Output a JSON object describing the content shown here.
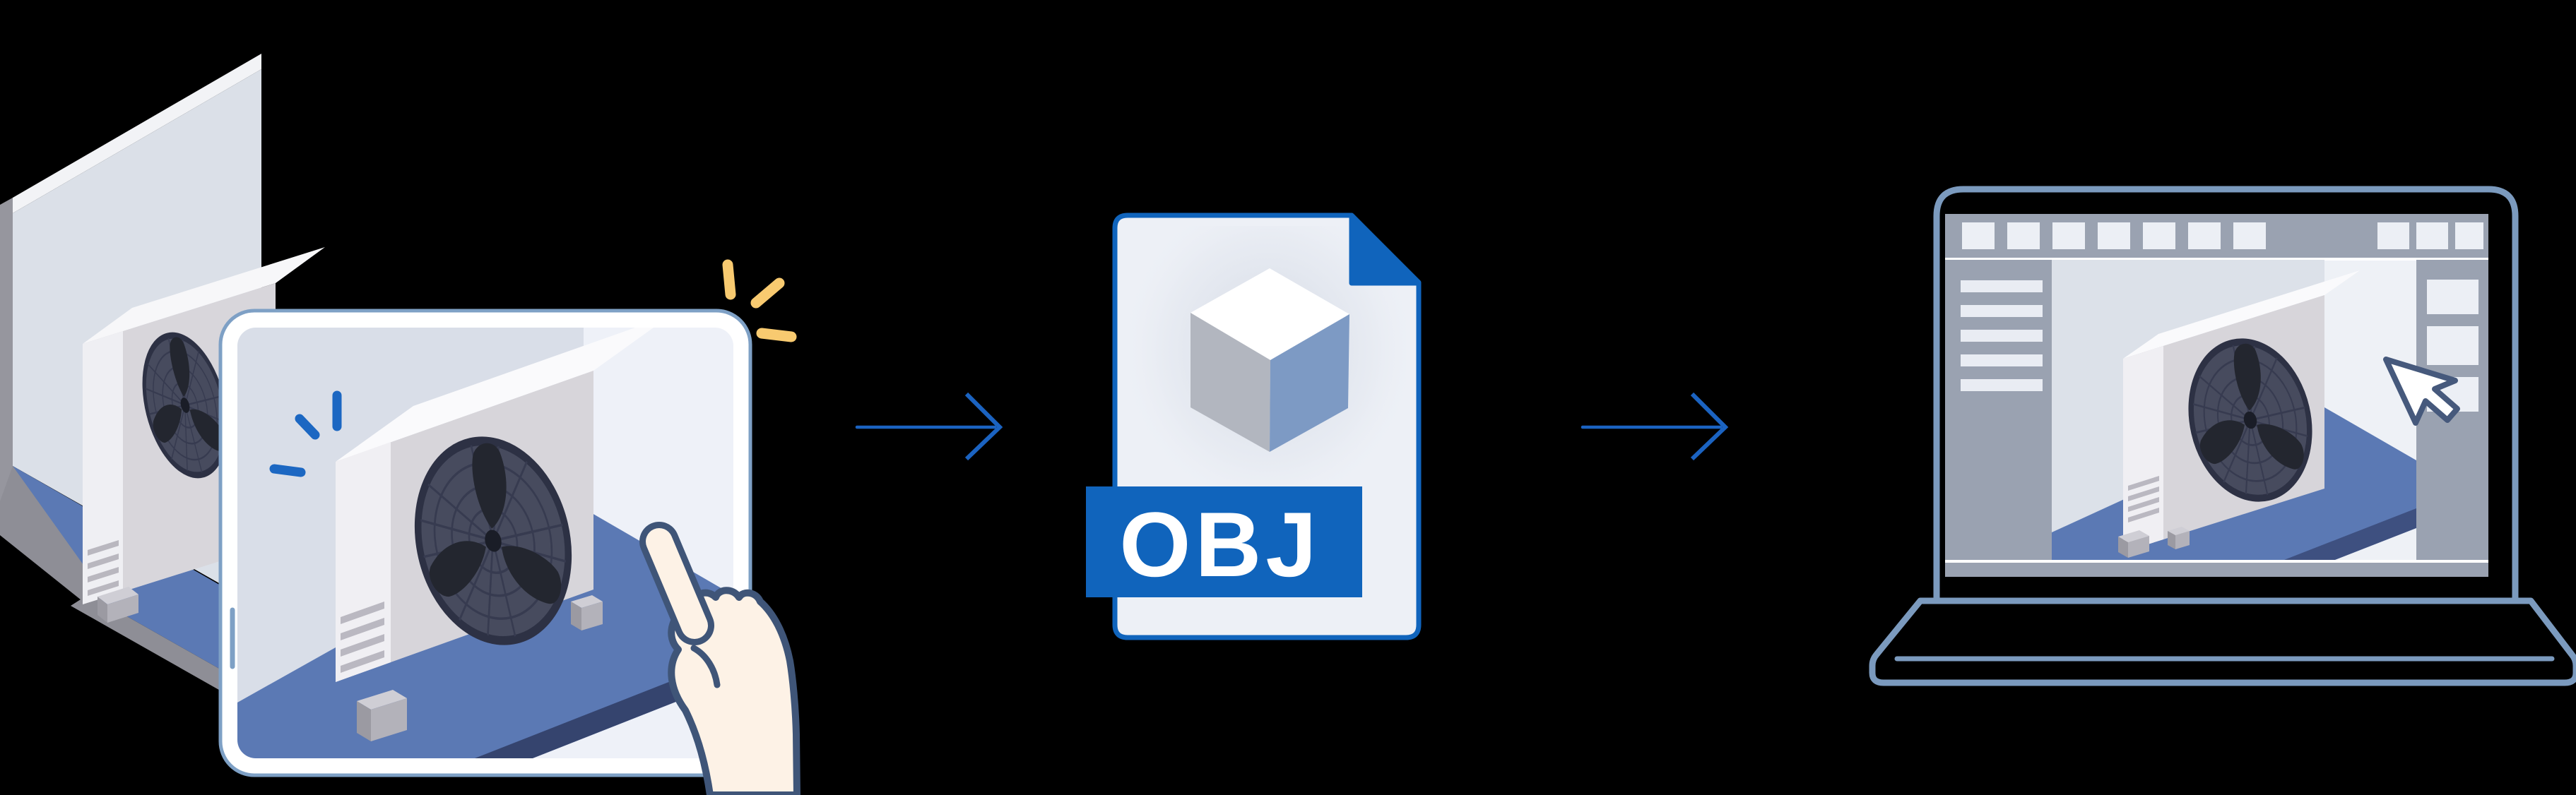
{
  "page": {
    "background_color": "#000000"
  },
  "flow_diagram": {
    "obj_badge_label": "OBJ",
    "steps": [
      {
        "name": "capture-ac-unit-with-tablet",
        "icons": [
          "tablet-device-icon",
          "ac-outdoor-unit-icon",
          "pointing-hand-icon",
          "tap-sparkle-icons"
        ]
      },
      {
        "name": "obj-3d-file",
        "icons": [
          "file-document-icon",
          "cube-3d-icon"
        ],
        "label": "OBJ"
      },
      {
        "name": "open-model-on-laptop",
        "icons": [
          "laptop-device-icon",
          "modeling-software-ui-icon",
          "mouse-cursor-icon",
          "ac-outdoor-unit-icon"
        ]
      }
    ],
    "connectors": [
      {
        "icon": "arrow-right-icon"
      },
      {
        "icon": "arrow-right-icon"
      }
    ],
    "colors": {
      "accent_blue": "#1b63c1",
      "banner_blue": "#1064bc",
      "floor_blue": "#5b79b4",
      "floor_edge_navy": "#35446e",
      "outline_slate": "#7b9abe",
      "tablet_outline": "#7ea0c5",
      "hand_outline": "#3f5578",
      "skin": "#fdf2e6",
      "sparkle_yellow": "#f8ca70",
      "wall_gray": "#dbe0e8",
      "ui_panel_gray": "#9aa2b1",
      "ui_light": "#eceff5",
      "unit_front_gray": "#d7d5da",
      "fan_dark": "#23262f",
      "cube_left": "#b2b6bf",
      "cube_right": "#7d9ac4"
    }
  }
}
